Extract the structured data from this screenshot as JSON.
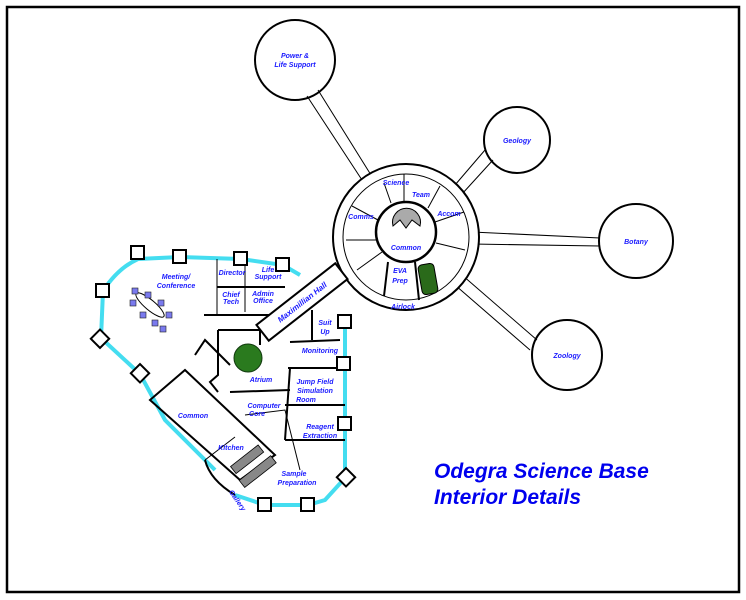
{
  "title": {
    "line1": "Odegra Science Base",
    "line2": "Interior Details"
  },
  "colors": {
    "labels": "#1a1aff",
    "perimeter": "#44ddf0",
    "title": "#0000ee"
  },
  "pods": {
    "power": {
      "line1": "Power &",
      "line2": "Life Support"
    },
    "geology": "Geology",
    "botany": "Botany",
    "zoology": "Zoology"
  },
  "hub": {
    "science": "Science",
    "team": "Team",
    "comms": "Comms",
    "accom": "Accom",
    "common": "Common",
    "eva_line1": "EVA",
    "eva_line2": "Prep",
    "airlock": "Airlock"
  },
  "wing": {
    "meeting_line1": "Meeting/",
    "meeting_line2": "Conference",
    "director": "Director",
    "life_support_line1": "Life",
    "life_support_line2": "Support",
    "chief_tech_line1": "Chief",
    "chief_tech_line2": "Tech",
    "admin_line1": "Admin",
    "admin_line2": "Office",
    "maximillian_hall": "Maximillian Hall",
    "suit_up_line1": "Suit",
    "suit_up_line2": "Up",
    "monitoring": "Monitoring",
    "atrium": "Atrium",
    "jump_line1": "Jump Field",
    "jump_line2": "Simulation",
    "jump_line3": "Room",
    "common": "Common",
    "computer_line1": "Computer",
    "computer_line2": "Core",
    "reagent_line1": "Reagent",
    "reagent_line2": "Extraction",
    "kitchen": "Kitchen",
    "sample_line1": "Sample",
    "sample_line2": "Preparation",
    "gallery": "Gallery"
  }
}
